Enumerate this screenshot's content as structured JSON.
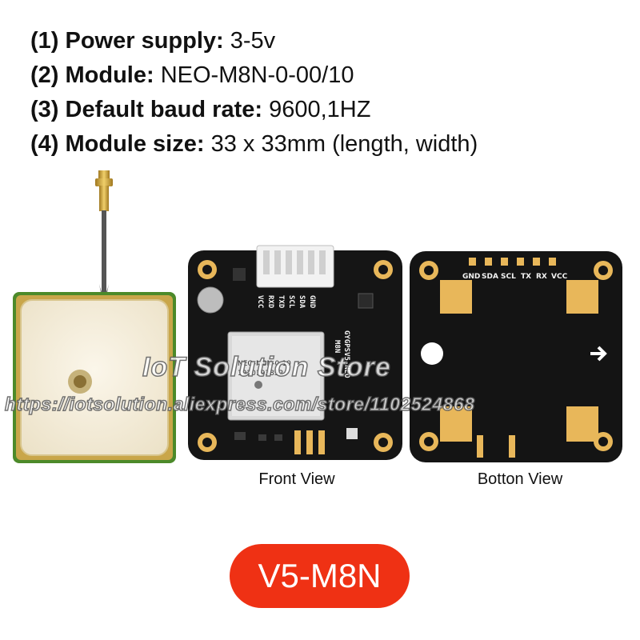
{
  "specs": [
    {
      "key": "(1) Power supply:",
      "value": "3-5v"
    },
    {
      "key": "(2) Module:",
      "value": "NEO-M8N-0-00/10"
    },
    {
      "key": "(3) Default baud rate:",
      "value": "9600,1HZ"
    },
    {
      "key": "(4) Module size:",
      "value": "33 x 33mm (length, width)"
    }
  ],
  "captions": {
    "front": "Front View",
    "bottom": "Botton View"
  },
  "badge": {
    "label": "V5-M8N",
    "color": "#ef3114"
  },
  "watermark": {
    "store": "IoT Solution Store",
    "url": "https://iotsolution.aliexpress.com/store/1102524868"
  },
  "board_front": {
    "chip_label": "NEO-M8N-0-10",
    "chip_code": "1920193852",
    "side_text_1": "GYGPSV5-NEO",
    "side_text_2": "M8N",
    "pin_labels": [
      "GND",
      "SDA",
      "SCL",
      "TXD",
      "RXD",
      "VCC"
    ]
  },
  "board_back": {
    "pin_labels": [
      "GND",
      "SDA",
      "SCL",
      "TX",
      "RX",
      "VCC"
    ]
  }
}
